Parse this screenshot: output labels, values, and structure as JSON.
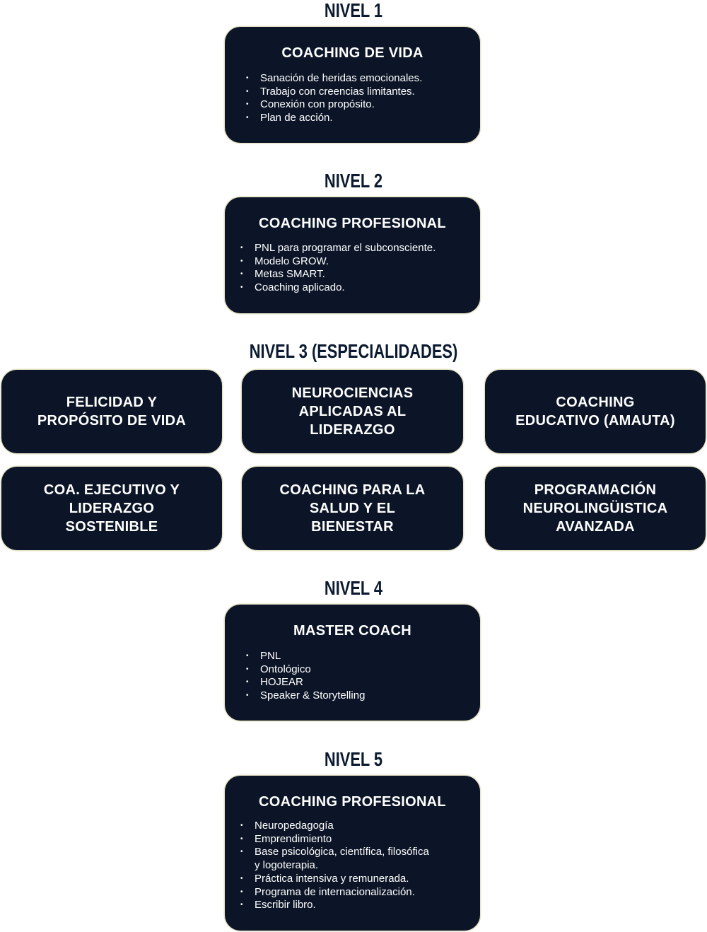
{
  "levels": [
    {
      "title": "NIVEL 1",
      "card": {
        "title": "COACHING DE VIDA",
        "items": [
          "Sanación de heridas emocionales.",
          "Trabajo con creencias limitantes.",
          "Conexión con propósito.",
          "Plan de acción."
        ]
      }
    },
    {
      "title": "NIVEL 2",
      "card": {
        "title": "COACHING PROFESIONAL",
        "items": [
          "PNL para programar el subconsciente.",
          "Modelo GROW.",
          "Metas SMART.",
          "Coaching aplicado."
        ]
      }
    },
    {
      "title": "NIVEL 3 (ESPECIALIDADES)",
      "specialties": [
        "FELICIDAD Y\nPROPÓSITO DE VIDA",
        "NEUROCIENCIAS\nAPLICADAS AL\nLIDERAZGO",
        "COACHING\nEDUCATIVO (AMAUTA)",
        "COA. EJECUTIVO Y\nLIDERAZGO\nSOSTENIBLE",
        "COACHING PARA LA\nSALUD Y EL\nBIENESTAR",
        "PROGRAMACIÓN\nNEUROLINGÜISTICA\nAVANZADA"
      ]
    },
    {
      "title": "NIVEL 4",
      "card": {
        "title": "MASTER COACH",
        "items": [
          "PNL",
          "Ontológico",
          "HOJEAR",
          "Speaker & Storytelling"
        ]
      }
    },
    {
      "title": "NIVEL 5",
      "card": {
        "title": "COACHING PROFESIONAL",
        "items": [
          "Neuropedagogía",
          "Emprendimiento",
          "Base psicológica, científica, filosófica\ny logoterapia.",
          "Práctica intensiva y remunerada.",
          "Programa de internacionalización.",
          "Escribir libro."
        ]
      }
    }
  ],
  "colors": {
    "card_bg": "#0c1527",
    "card_border": "#e6e2c6",
    "title_text": "#0b1a30",
    "card_text": "#ffffff"
  }
}
